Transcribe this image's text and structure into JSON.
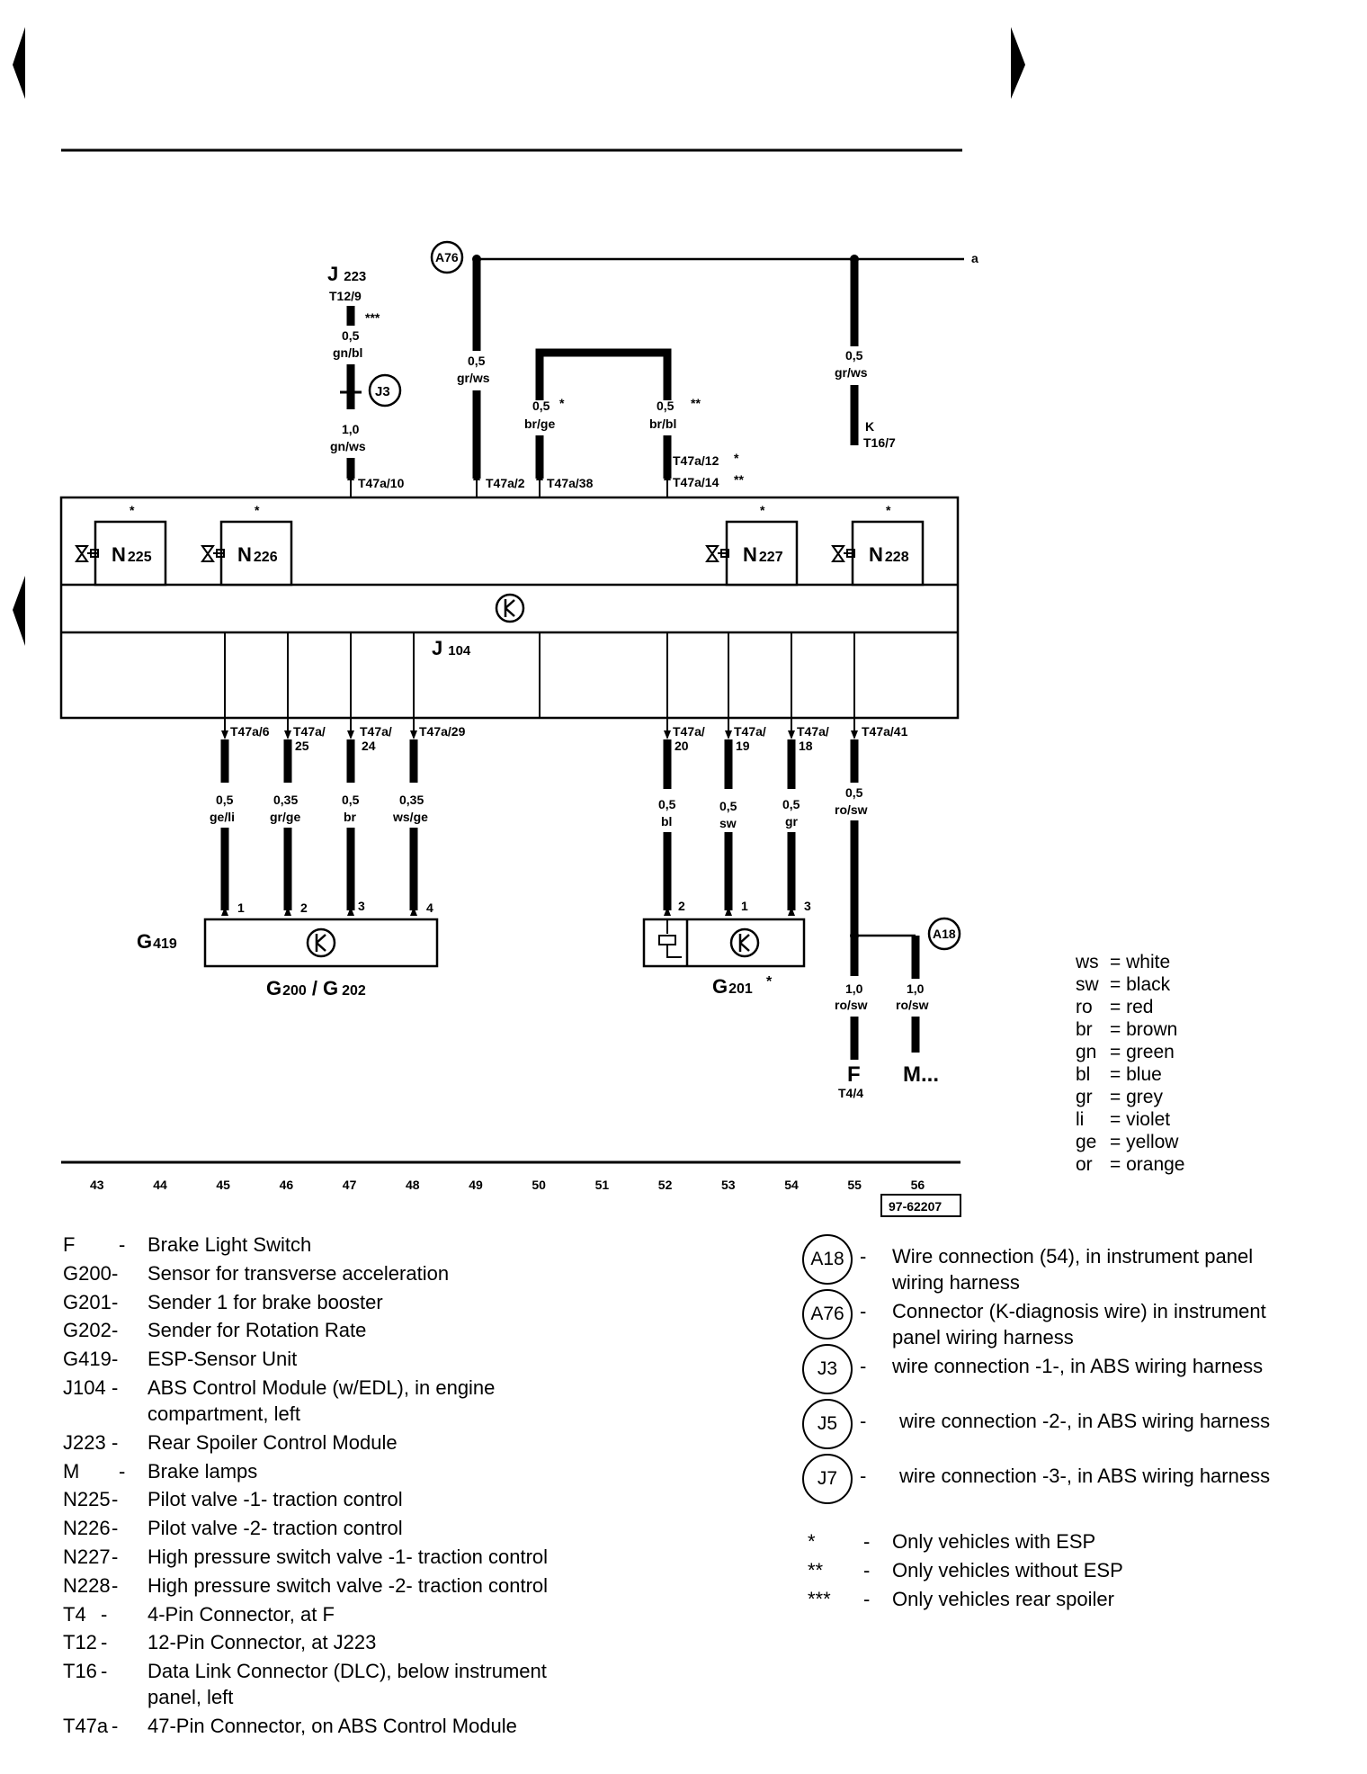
{
  "components": {
    "J223": {
      "main": "J",
      "sub": "223"
    },
    "J104": {
      "main": "J",
      "sub": "104"
    },
    "N225": {
      "main": "N",
      "sub": "225"
    },
    "N226": {
      "main": "N",
      "sub": "226"
    },
    "N227": {
      "main": "N",
      "sub": "227"
    },
    "N228": {
      "main": "N",
      "sub": "228"
    },
    "G419": {
      "main": "G",
      "sub": "419"
    },
    "G200_202": {
      "a_main": "G",
      "a_sub": "200",
      "sep": "/",
      "b_main": "G",
      "b_sub": "202"
    },
    "G201": {
      "main": "G",
      "sub": "201",
      "note": "*"
    },
    "F": {
      "label": "F",
      "pin": "T4/4"
    },
    "M": {
      "label": "M..."
    },
    "K": {
      "label": "K",
      "pin": "T16/7"
    }
  },
  "connectors": {
    "A76": "A76",
    "A18": "A18",
    "J3": "J3"
  },
  "line_a": "a",
  "stars": {
    "one": "*",
    "two": "**",
    "three": "***"
  },
  "wires": {
    "j223": {
      "pin": "T12/9",
      "size": "0,5",
      "color": "gn/bl",
      "note": "***"
    },
    "j3_down": {
      "size": "1,0",
      "color": "gn/ws",
      "pin": "T47a/10"
    },
    "w49": {
      "size": "0,5",
      "color": "gr/ws",
      "pin": "T47a/2"
    },
    "w50": {
      "size": "0,5",
      "color": "br/ge",
      "note": "*",
      "pin": "T47a/38"
    },
    "w52": {
      "size": "0,5",
      "color": "br/bl",
      "note": "**",
      "pin1": "T47a/12",
      "pin1_note": "*",
      "pin2": "T47a/14",
      "pin2_note": "**"
    },
    "w55_top": {
      "size": "0,5",
      "color": "gr/ws"
    },
    "b45": {
      "pin": "T47a/6",
      "size": "0,5",
      "color": "ge/li",
      "conn_pin": "1"
    },
    "b46": {
      "pin_a": "T47a/",
      "pin_b": "25",
      "size": "0,35",
      "color": "gr/ge",
      "conn_pin": "2"
    },
    "b47": {
      "pin_a": "T47a/",
      "pin_b": "24",
      "size": "0,5",
      "color": "br",
      "conn_pin": "3"
    },
    "b48": {
      "pin": "T47a/29",
      "size": "0,35",
      "color": "ws/ge",
      "conn_pin": "4"
    },
    "b52": {
      "pin_a": "T47a/",
      "pin_b": "20",
      "size": "0,5",
      "color": "bl",
      "conn_pin": "2"
    },
    "b53": {
      "pin_a": "T47a/",
      "pin_b": "19",
      "size": "0,5",
      "color": "sw",
      "conn_pin": "1"
    },
    "b54": {
      "pin_a": "T47a/",
      "pin_b": "18",
      "size": "0,5",
      "color": "gr",
      "conn_pin": "3"
    },
    "b55": {
      "pin": "T47a/41",
      "size": "0,5",
      "color": "ro/sw"
    },
    "f_wire": {
      "size": "1,0",
      "color": "ro/sw"
    },
    "m_wire": {
      "size": "1,0",
      "color": "ro/sw"
    }
  },
  "scale": [
    "43",
    "44",
    "45",
    "46",
    "47",
    "48",
    "49",
    "50",
    "51",
    "52",
    "53",
    "54",
    "55",
    "56"
  ],
  "figure_id": "97-62207",
  "color_legend": [
    {
      "code": "ws",
      "name": "= white"
    },
    {
      "code": "sw",
      "name": "= black"
    },
    {
      "code": "ro",
      "name": "= red"
    },
    {
      "code": "br",
      "name": "= brown"
    },
    {
      "code": "gn",
      "name": "= green"
    },
    {
      "code": "bl",
      "name": "= blue"
    },
    {
      "code": "gr",
      "name": "= grey"
    },
    {
      "code": "li",
      "name": "= violet"
    },
    {
      "code": "ge",
      "name": "= yellow"
    },
    {
      "code": "or",
      "name": "= orange"
    }
  ],
  "component_legend": [
    {
      "code": "F",
      "sep": "-",
      "desc": "Brake Light Switch"
    },
    {
      "code": "G200",
      "sep": "-",
      "desc": "Sensor for transverse acceleration"
    },
    {
      "code": "G201",
      "sep": "-",
      "desc": "Sender 1 for brake booster"
    },
    {
      "code": "G202",
      "sep": "-",
      "desc": "Sender for Rotation Rate"
    },
    {
      "code": "G419",
      "sep": "-",
      "desc": "ESP-Sensor Unit"
    },
    {
      "code": "J104",
      "sep": "-",
      "desc": "ABS Control Module (w/EDL), in engine",
      "desc2": "compartment, left"
    },
    {
      "code": "J223",
      "sep": "-",
      "desc": "Rear Spoiler Control Module"
    },
    {
      "code": "M",
      "sep": "-",
      "desc": "Brake lamps"
    },
    {
      "code": "N225",
      "sep": "-",
      "desc": "Pilot valve -1- traction control"
    },
    {
      "code": "N226",
      "sep": "-",
      "desc": "Pilot valve -2- traction control"
    },
    {
      "code": "N227",
      "sep": "-",
      "desc": "High pressure switch valve -1- traction control"
    },
    {
      "code": "N228",
      "sep": "-",
      "desc": "High pressure switch valve -2- traction control"
    },
    {
      "code": "T4",
      "sep": "-",
      "desc": "4-Pin Connector, at F"
    },
    {
      "code": "T12",
      "sep": "-",
      "desc": "12-Pin Connector, at J223"
    },
    {
      "code": "T16",
      "sep": "-",
      "desc": "Data Link Connector (DLC), below instrument",
      "desc2": "panel, left"
    },
    {
      "code": "T47a",
      "sep": "-",
      "desc": "47-Pin Connector, on ABS Control Module"
    }
  ],
  "connection_legend": [
    {
      "id": "A18",
      "sep": "-",
      "desc": "Wire connection (54), in instrument panel",
      "desc2": "wiring harness"
    },
    {
      "id": "A76",
      "sep": "-",
      "desc": "Connector (K-diagnosis wire) in instrument",
      "desc2": "panel wiring harness"
    },
    {
      "id": "J3",
      "sep": "-",
      "desc": "wire connection -1-, in ABS wiring harness"
    },
    {
      "id": "J5",
      "sep": "-",
      "desc": "wire connection -2-, in ABS wiring harness"
    },
    {
      "id": "J7",
      "sep": "-",
      "desc": "wire connection -3-, in ABS wiring harness"
    }
  ],
  "notes": [
    {
      "mark": "*",
      "sep": "-",
      "text": "Only vehicles with ESP"
    },
    {
      "mark": "**",
      "sep": "-",
      "text": "Only vehicles without ESP"
    },
    {
      "mark": "***",
      "sep": "-",
      "text": "Only vehicles rear spoiler"
    }
  ]
}
